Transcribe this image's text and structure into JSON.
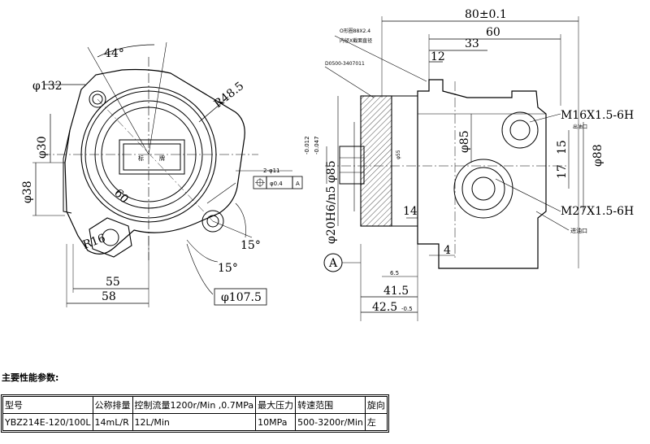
{
  "drawing": {
    "left_view": {
      "angle_44": "44°",
      "dia_132": "φ132",
      "r48_5": "R48.5",
      "dia_30": "φ30",
      "dia_38": "φ38",
      "sixty": "60",
      "r16": "R16",
      "angle_15a": "15°",
      "angle_15b": "15°",
      "dim_55": "55",
      "dim_58": "58",
      "dia_107_5": "φ107.5",
      "hole_note": "2-φ11",
      "tol_dia": "φ0.4",
      "tol_datum": "A",
      "center_label_1": "标",
      "center_label_2": "牌"
    },
    "right_view": {
      "dim_80": "80±0.1",
      "dim_60": "60",
      "dim_33": "33",
      "dim_12": "12",
      "oring_note": "O形圈88X2.4",
      "oring_note2": "内径X截面直径",
      "part_no": "D0500-3407011",
      "dim_85_tol": "φ85",
      "tol_upper": "-0.012",
      "tol_lower": "-0.047",
      "dim_20h6": "φ20H6/n5",
      "dim_85b": "φ85",
      "dim_55": "φ55",
      "dim_14": "14",
      "dim_15": "15",
      "dim_17": "17",
      "dim_88": "φ88",
      "thread_out": "M16X1.5-6H",
      "outlet": "出油口",
      "thread_in": "M27X1.5-6H",
      "inlet": "进油口",
      "dim_4": "4",
      "dim_6_5": "6.5",
      "dim_41_5": "41.5",
      "dim_42_5": "42.5",
      "tol_42_5": "-0.5",
      "datum_a": "A"
    }
  },
  "params_title": "主要性能参数:",
  "table": {
    "headers": [
      "型号",
      "公称排量",
      "控制流量1200r/Min ,0.7MPa",
      "最大压力",
      "转速范围",
      "旋向"
    ],
    "rows": [
      [
        "YBZ214E-120/100L",
        "14mL/R",
        "12L/Min",
        "10MPa",
        "500-3200r/Min",
        "左"
      ]
    ]
  }
}
